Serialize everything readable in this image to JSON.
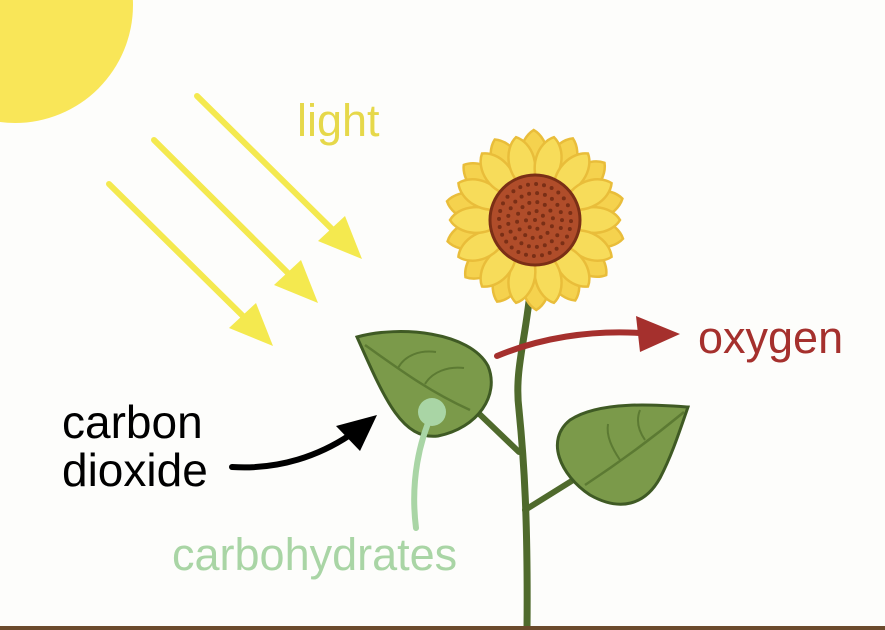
{
  "labels": {
    "light": "light",
    "oxygen": "oxygen",
    "carbon_dioxide_line1": "carbon",
    "carbon_dioxide_line2": "dioxide",
    "carbohydrates": "carbohydrates"
  },
  "colors": {
    "light": "#e6d84a",
    "light_arrow": "#f4e94f",
    "sun": "#f9e658",
    "oxygen": "#a5302d",
    "carbon_dioxide": "#000000",
    "carbohydrates": "#a9d5a5",
    "leaf": "#7b9a4a",
    "leaf_outline": "#3f5a24",
    "stem": "#4f6a2c",
    "petal": "#f7dc5a",
    "petal_outline": "#e9bd3a",
    "flower_center": "#b04d2a",
    "ground": "#6b4a2c"
  }
}
